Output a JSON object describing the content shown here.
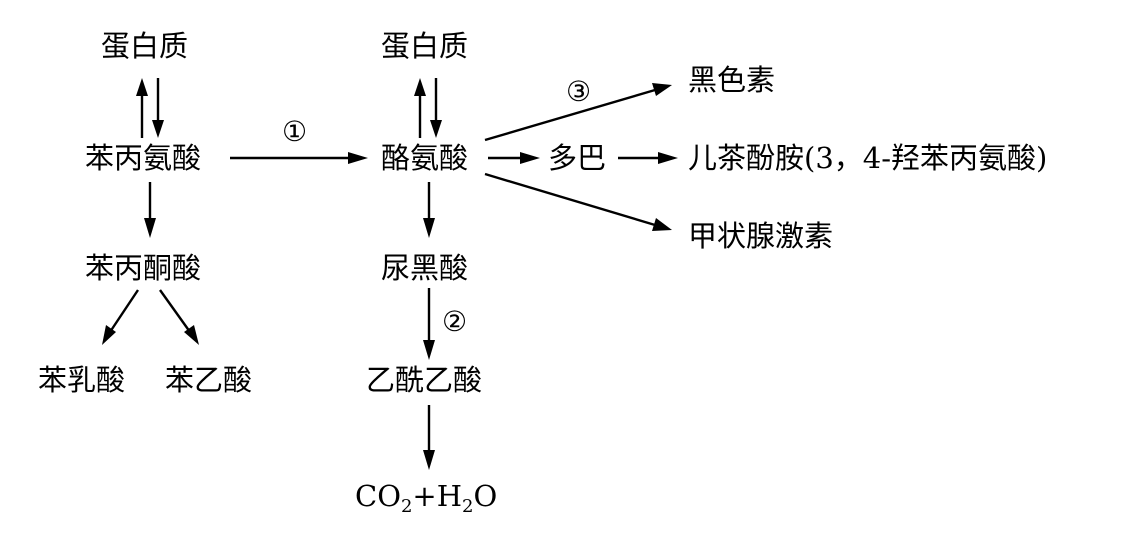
{
  "nodes": {
    "protein_left": "蛋白质",
    "phenylalanine": "苯丙氨酸",
    "phenylpyruvate": "苯丙酮酸",
    "phenyllactate": "苯乳酸",
    "phenylacetate": "苯乙酸",
    "protein_mid": "蛋白质",
    "tyrosine": "酪氨酸",
    "homogentisate": "尿黑酸",
    "acetoacetate": "乙酰乙酸",
    "co2_part": "CO",
    "co2_sub": "2",
    "plus": "+H",
    "h2o_sub": "2",
    "h2o_tail": "O",
    "dopa": "多巴",
    "melanin": "黑色素",
    "catecholamine": "儿茶酚胺(3，4-羟苯丙氨酸)",
    "thyroxine": "甲状腺激素"
  },
  "markers": {
    "step1": "①",
    "step2": "②",
    "step3": "③"
  }
}
